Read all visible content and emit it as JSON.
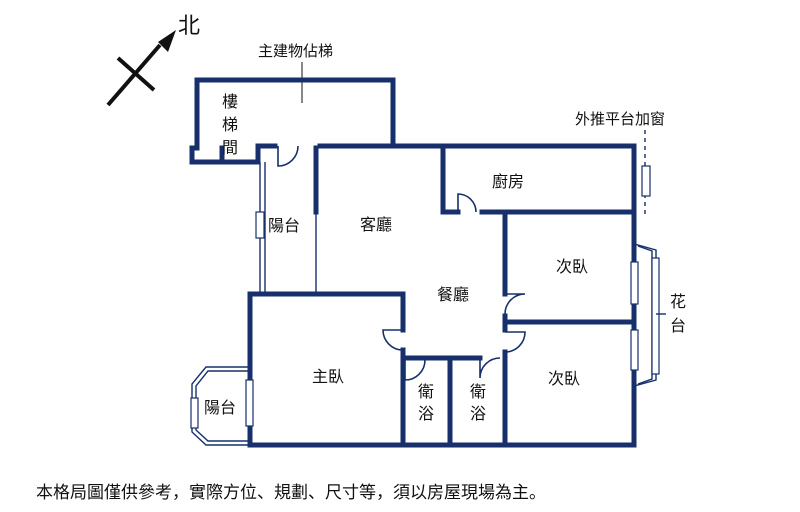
{
  "compass": {
    "north_label": "北"
  },
  "annotations": {
    "main_stair": "主建物佔梯",
    "window": "外推平台加窗"
  },
  "rooms": {
    "stairwell": [
      "樓",
      "梯",
      "間"
    ],
    "balcony_north": "陽台",
    "living": "客廳",
    "kitchen": "廚房",
    "dining": "餐廳",
    "bedroom2_top": "次臥",
    "bedroom2_bottom": "次臥",
    "flower_stand": [
      "花",
      "台"
    ],
    "master": "主臥",
    "bath1": [
      "衛",
      "浴"
    ],
    "bath2": [
      "衛",
      "浴"
    ],
    "balcony_south": "陽台"
  },
  "disclaimer": "本格局圖僅供參考，實際方位、規劃、尺寸等，須以房屋現場為主。",
  "colors": {
    "wall": "#17306b",
    "text": "#111111"
  }
}
